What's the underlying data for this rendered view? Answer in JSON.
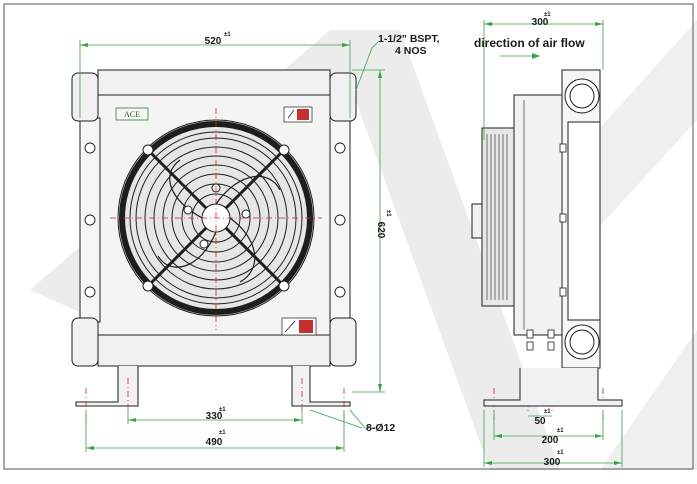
{
  "brand_label": "ACE",
  "notes": {
    "port": "1-1/2\" BSPT,",
    "port_qty": "4 NOS",
    "airflow": "direction of air flow",
    "holes": "8-Ø12"
  },
  "dimensions": {
    "tolerance": "±1",
    "width_top": "520",
    "height_right": "620",
    "inner_bottom": "330",
    "outer_bottom": "490",
    "side_top": "300",
    "side_50": "50",
    "side_200": "200",
    "side_300": "300"
  },
  "colors": {
    "line": "#1e1e1e",
    "dimension": "#3aa04a",
    "center": "#d42020",
    "body": "#f0f0f0",
    "watermark": "#e9e9e9"
  }
}
